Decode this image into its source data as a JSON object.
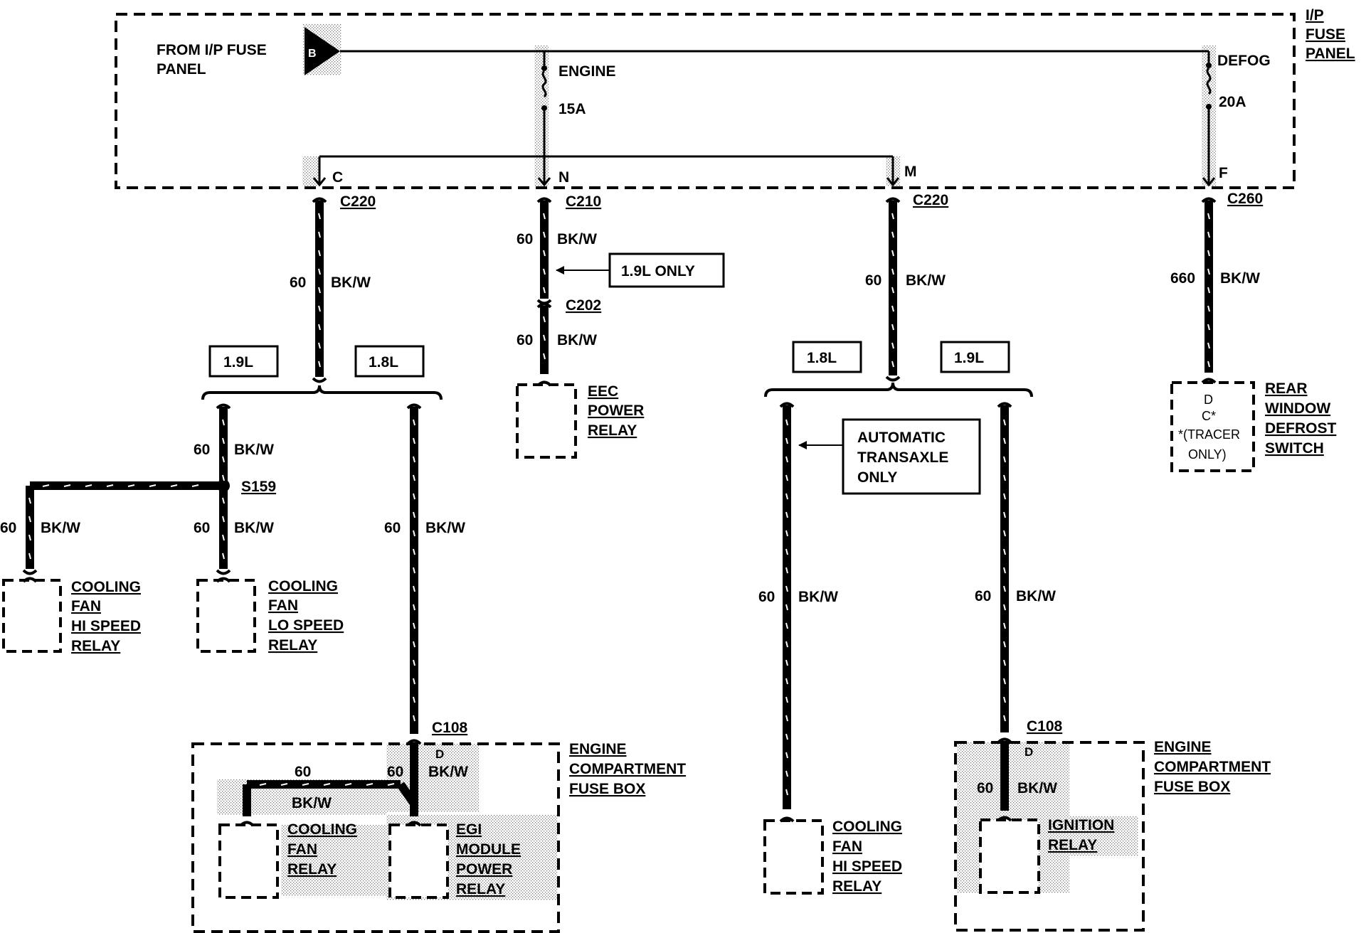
{
  "fuse_panel": {
    "from_label_line1": "FROM I/P FUSE",
    "from_label_line2": "PANEL",
    "connector_letter": "B",
    "title_line1": "I/P",
    "title_line2": "FUSE",
    "title_line3": "PANEL",
    "fuse_engine_name": "ENGINE",
    "fuse_engine_rating": "15A",
    "fuse_defog_name": "DEFOG",
    "fuse_defog_rating": "20A",
    "pins": [
      "C",
      "N",
      "M",
      "F"
    ]
  },
  "connectors": {
    "c220_left": "C220",
    "c210": "C210",
    "c202": "C202",
    "c220_right": "C220",
    "c260": "C260",
    "s159": "S159",
    "c108_left": "C108",
    "c108_right": "C108",
    "pin_d_left": "D",
    "pin_d_right": "D"
  },
  "wires": {
    "gauge_60": "60",
    "gauge_660": "660",
    "color": "BK/W"
  },
  "notes": {
    "l19": "1.9L",
    "l18": "1.8L",
    "only_19": "1.9L ONLY",
    "auto_line1": "AUTOMATIC",
    "auto_line2": "TRANSAXLE",
    "auto_line3": "ONLY"
  },
  "components": {
    "eec": [
      "EEC",
      "POWER",
      "RELAY"
    ],
    "fan_hi_left": [
      "COOLING",
      "FAN",
      "HI SPEED",
      "RELAY"
    ],
    "fan_lo": [
      "COOLING",
      "FAN",
      "LO SPEED",
      "RELAY"
    ],
    "fan_hi_right": [
      "COOLING",
      "FAN",
      "HI SPEED",
      "RELAY"
    ],
    "fan_relay": [
      "COOLING",
      "FAN",
      "RELAY"
    ],
    "egi": [
      "EGI",
      "MODULE",
      "POWER",
      "RELAY"
    ],
    "ignition": [
      "IGNITION",
      "RELAY"
    ],
    "ecfb_left": [
      "ENGINE",
      "COMPARTMENT",
      "FUSE BOX"
    ],
    "ecfb_right": [
      "ENGINE",
      "COMPARTMENT",
      "FUSE BOX"
    ],
    "defrost": [
      "REAR",
      "WINDOW",
      "DEFROST",
      "SWITCH"
    ],
    "defrost_pins": [
      "D",
      "C*",
      "*(TRACER",
      "ONLY)"
    ]
  }
}
